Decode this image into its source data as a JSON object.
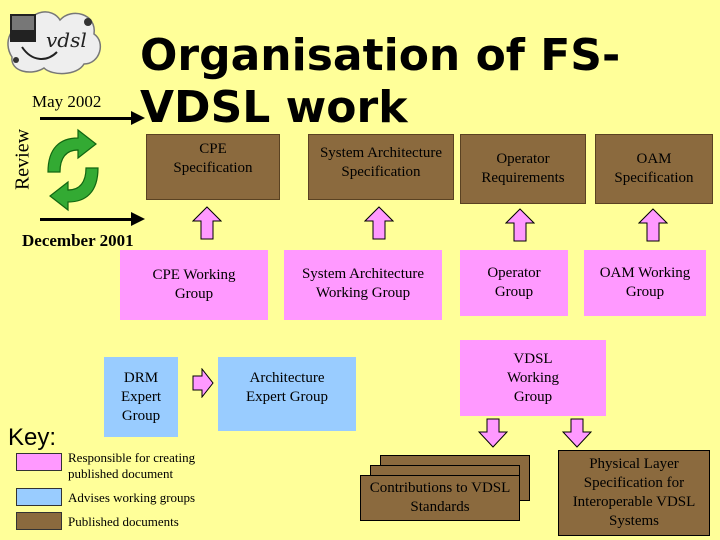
{
  "title": "Organisation of FS-VDSL work",
  "timeline": {
    "top_date": "May 2002",
    "bottom_date": "December 2001",
    "review_label": "Review"
  },
  "published": {
    "cpe": "CPE Specification",
    "sysarch": "System Architecture Specification",
    "operator": "Operator Requirements",
    "oam": "OAM Specification"
  },
  "working_groups": {
    "cpe": "CPE Working Group",
    "sysarch": "System Architecture Working Group",
    "operator": "Operator Group",
    "oam": "OAM Working Group",
    "vdsl": "VDSL Working Group"
  },
  "expert_groups": {
    "drm": "DRM Expert Group",
    "architecture": "Architecture Expert Group"
  },
  "outputs": {
    "contributions": "Contributions to VDSL Standards",
    "physical": "Physical Layer Specification for Interoperable VDSL Systems"
  },
  "key": {
    "title": "Key:",
    "pink_label": "Responsible for creating published document",
    "blue_label": "Advises working groups",
    "brown_label": "Published documents"
  },
  "colors": {
    "background": "#FFFF99",
    "responsible": "#FF99FF",
    "advisory": "#99CCFF",
    "published": "#8B6A3E",
    "arrow": "#FF99FF",
    "cycle_arrow": "#33AA33"
  }
}
